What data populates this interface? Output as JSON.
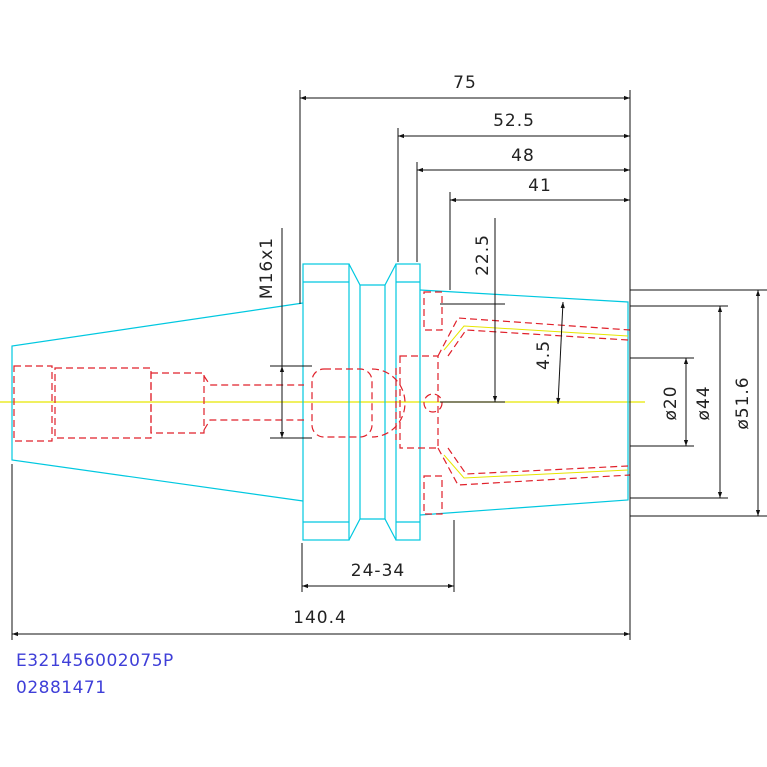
{
  "dimensions": {
    "d75": "75",
    "d52_5": "52.5",
    "d48": "48",
    "d41": "41",
    "d22_5": "22.5",
    "thread": "M16x1",
    "d4_5": "4.5",
    "dia20": "ø20",
    "dia44": "ø44",
    "dia51_6": "ø51.6",
    "d24_34": "24-34",
    "d140_4": "140.4"
  },
  "part_codes": {
    "line1": "E321456002075P",
    "line2": "02881471"
  },
  "colors": {
    "outline": "#00c8e0",
    "hidden": "#e0202a",
    "center": "#e6e600",
    "dimension": "#111111",
    "code_text": "#3f3fd8"
  }
}
